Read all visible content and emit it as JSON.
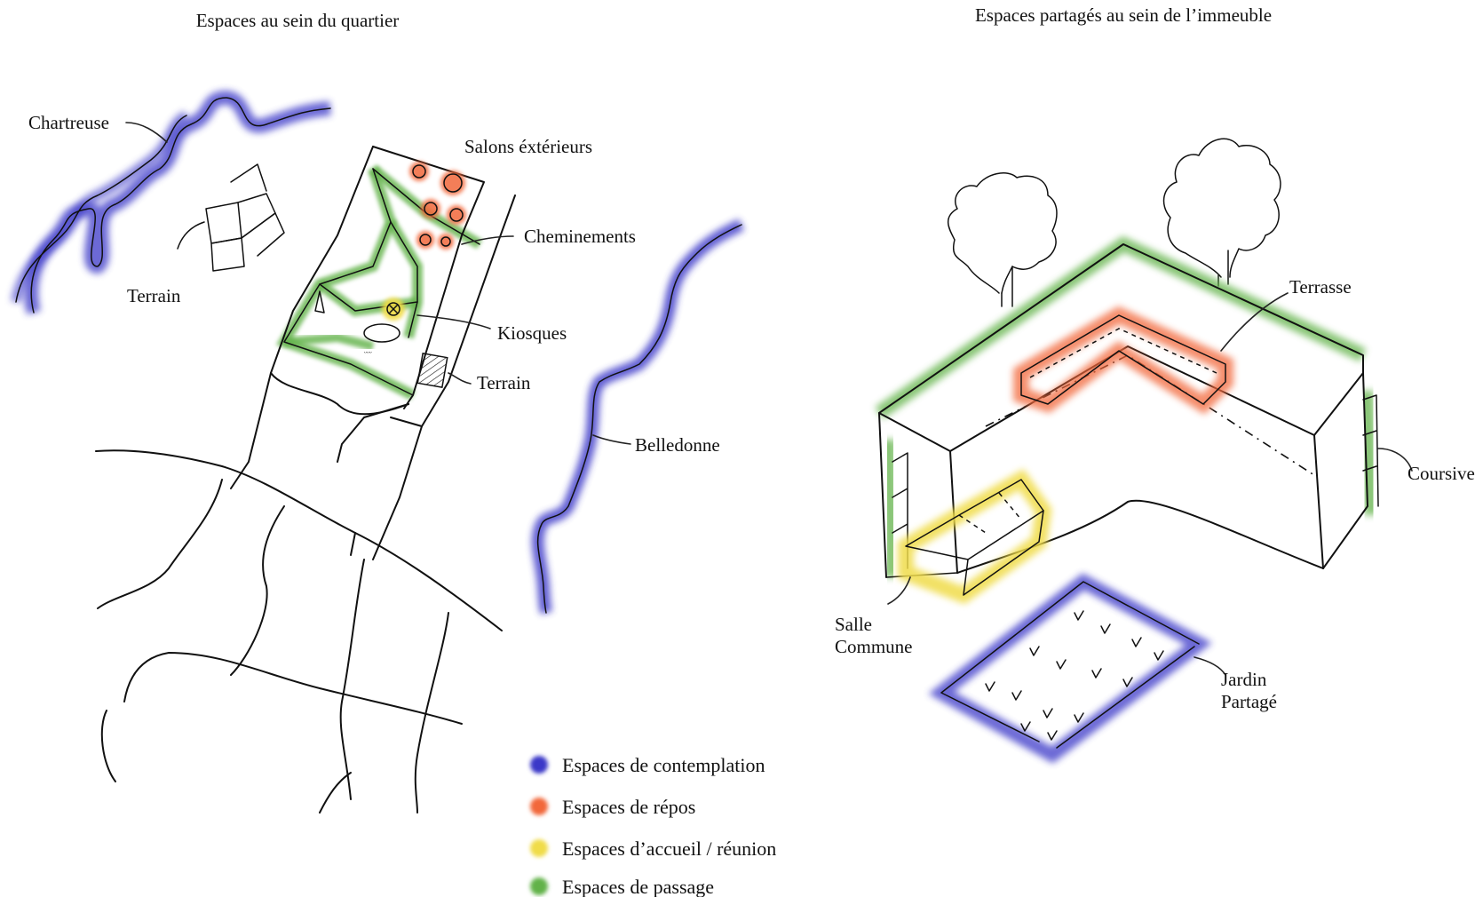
{
  "left_panel": {
    "title": "Espaces au sein du quartier",
    "labels": {
      "chartreuse": "Chartreuse",
      "terrain_top": "Terrain",
      "salons": "Salons éxtérieurs",
      "cheminements": "Cheminements",
      "kiosques": "Kiosques",
      "terrain_center": "Terrain",
      "belledonne": "Belledonne"
    }
  },
  "right_panel": {
    "title": "Espaces partagés au sein de l’immeuble",
    "labels": {
      "terrasse": "Terrasse",
      "coursive": "Coursive",
      "salle_line1": "Salle",
      "salle_line2": "Commune",
      "jardin_line1": "Jardin",
      "jardin_line2": "Partagé"
    }
  },
  "legend": [
    {
      "label": "Espaces de contemplation",
      "color": "#3b38c8"
    },
    {
      "label": "Espaces de répos",
      "color": "#f2683a"
    },
    {
      "label": "Espaces d’accueil / réunion",
      "color": "#f0dc4a"
    },
    {
      "label": "Espaces de passage",
      "color": "#62b24a"
    }
  ],
  "colors": {
    "contemplation": "#3b38c8",
    "repos": "#f2683a",
    "accueil": "#f0dc4a",
    "passage": "#62b24a",
    "ink": "#111111"
  }
}
